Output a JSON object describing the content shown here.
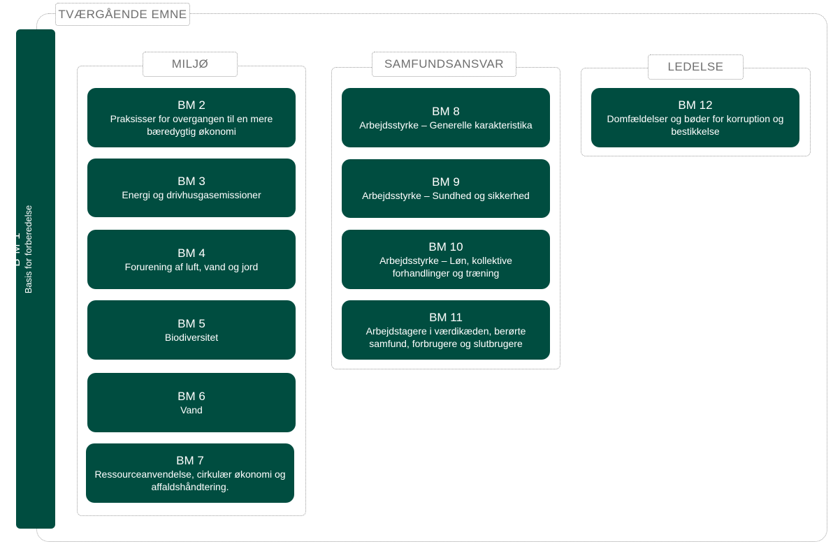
{
  "outer_label": "TVÆRGÅENDE EMNE",
  "bm1": {
    "code": "B M 1",
    "desc": "Basis for forberedelse"
  },
  "groups": [
    {
      "label": "MILJØ"
    },
    {
      "label": "SAMFUNDSANSVAR"
    },
    {
      "label": "LEDELSE"
    }
  ],
  "boxes": [
    {
      "code": "BM 2",
      "desc": "Praksisser for overgangen til en mere bæredygtig økonomi"
    },
    {
      "code": "BM 3",
      "desc": "Energi og drivhusgasemissioner"
    },
    {
      "code": "BM 4",
      "desc": "Forurening af luft, vand og jord"
    },
    {
      "code": "BM 5",
      "desc": "Biodiversitet"
    },
    {
      "code": "BM 6",
      "desc": "Vand"
    },
    {
      "code": "BM 7",
      "desc": "Ressourceanvendelse, cirkulær økonomi og affaldshåndtering."
    },
    {
      "code": "BM 8",
      "desc": "Arbejdsstyrke – Generelle karakteristika"
    },
    {
      "code": "BM 9",
      "desc": "Arbejdsstyrke – Sundhed og sikkerhed"
    },
    {
      "code": "BM 10",
      "desc": "Arbejdsstyrke – Løn, kollektive forhandlinger og træning"
    },
    {
      "code": "BM 11",
      "desc": "Arbejdstagere i værdikæden, berørte samfund, forbrugere og slutbrugere"
    },
    {
      "code": "BM 12",
      "desc": "Domfældelser og bøder for korruption og bestikkelse"
    }
  ],
  "colors": {
    "box_fill": "#004d40",
    "border": "#9a9a9a",
    "label_text": "#6f6f6f"
  }
}
